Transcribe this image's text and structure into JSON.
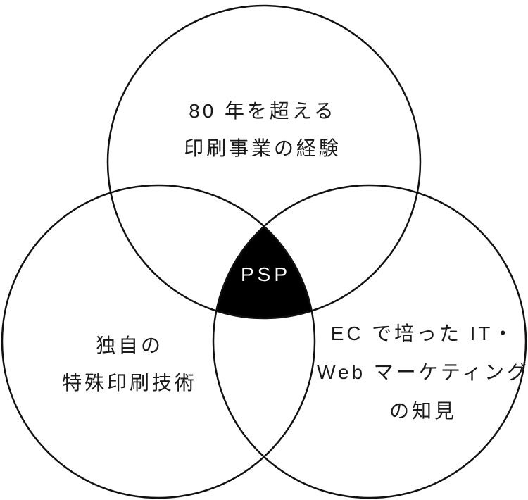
{
  "page": {
    "background_color": "#ffffff"
  },
  "diagram": {
    "type": "venn-3-circles",
    "center_label": "PSP",
    "colors": {
      "circle_stroke": "#111111",
      "intersection_fill": "#000000",
      "center_label_color": "#ffffff",
      "label_color": "#1a1a1a"
    },
    "circle_top": {
      "lines": [
        "80 年を超える",
        "印刷事業の経験"
      ]
    },
    "circle_bottom_left": {
      "lines": [
        "独自の",
        "特殊印刷技術"
      ]
    },
    "circle_bottom_right": {
      "lines": [
        "EC で培った IT・",
        "Web マーケティング",
        "の知見"
      ]
    }
  }
}
